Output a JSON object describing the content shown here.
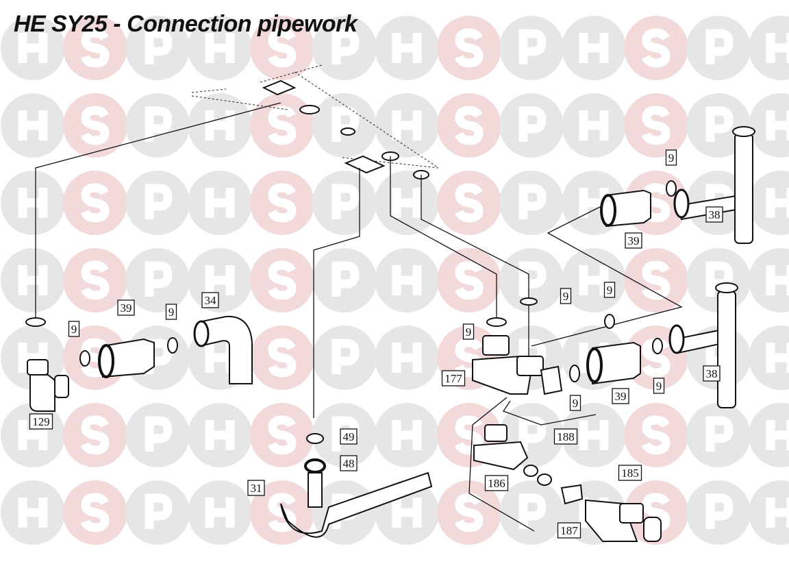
{
  "title": "HE SY25 - Connection pipework",
  "watermark": {
    "letters": [
      "H",
      "S",
      "P"
    ],
    "grey": "#e6e6e6",
    "pink": "#f2dada"
  },
  "callouts": [
    "9",
    "39",
    "9",
    "34",
    "129",
    "49",
    "48",
    "31",
    "9",
    "9",
    "9",
    "177",
    "9",
    "39",
    "9",
    "38",
    "9",
    "39",
    "38",
    "188",
    "186",
    "185",
    "187"
  ]
}
